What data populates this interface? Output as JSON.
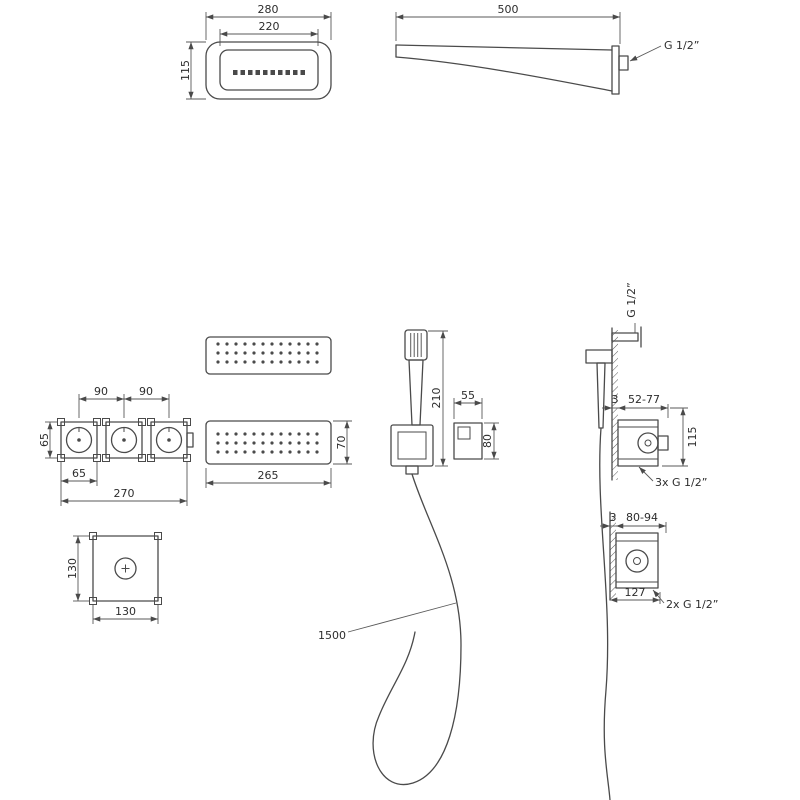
{
  "style": {
    "line_color": "#4a4a4a",
    "background": "#ffffff",
    "text_color": "#2d2d2d"
  },
  "drawing": {
    "waterfall_front": {
      "dim_width": "280",
      "dim_opening": "220",
      "dim_height": "115"
    },
    "spout_side": {
      "dim_length": "500",
      "thread_label": "G 1/2”"
    },
    "mixer_front": {
      "dim_spacing_1": "90",
      "dim_spacing_2": "90",
      "dim_body_height": "65",
      "dim_body_width": "65",
      "dim_total_width": "270"
    },
    "valve_front": {
      "dim_height": "130",
      "dim_width": "130"
    },
    "body_jet": {
      "dim_width": "265",
      "dim_height": "70"
    },
    "hand_shower": {
      "dim_length": "210",
      "dim_elbow_width": "55",
      "dim_elbow_height": "80",
      "dim_hose_length": "1500"
    },
    "side_top": {
      "thread_label": "G 1/2”",
      "dim_plate": "3",
      "dim_depth_range": "52-77",
      "dim_height": "115",
      "thread_count_label": "3x G 1/2”"
    },
    "side_bottom": {
      "dim_plate": "3",
      "dim_depth_range": "80-94",
      "dim_width": "127",
      "thread_count_label": "2x G 1/2”"
    }
  }
}
